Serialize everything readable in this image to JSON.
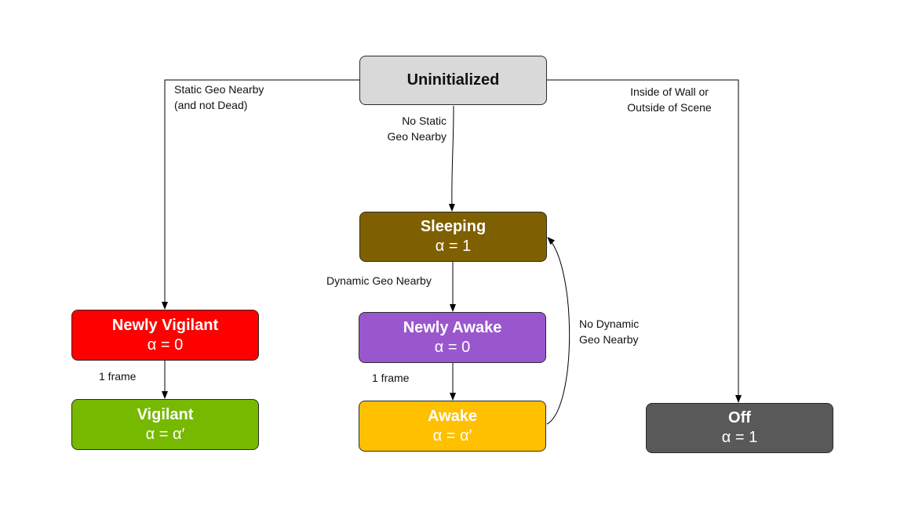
{
  "diagram": {
    "nodes": {
      "uninitialized": {
        "title": "Uninitialized",
        "fill": "#d9d9d9",
        "text_color": "#111111"
      },
      "sleeping": {
        "title": "Sleeping",
        "alpha": "α = 1",
        "fill": "#7f6000",
        "text_color": "#ffffff"
      },
      "newly_vigilant": {
        "title": "Newly Vigilant",
        "alpha": "α = 0",
        "fill": "#ff0000",
        "text_color": "#ffffff"
      },
      "newly_awake": {
        "title": "Newly Awake",
        "alpha": "α = 0",
        "fill": "#9a57cd",
        "text_color": "#ffffff"
      },
      "vigilant": {
        "title": "Vigilant",
        "alpha": "α = α′",
        "fill": "#76b900",
        "text_color": "#ffffff"
      },
      "awake": {
        "title": "Awake",
        "alpha": "α = α′",
        "fill": "#ffc000",
        "text_color": "#ffffff"
      },
      "off": {
        "title": "Off",
        "alpha": "α = 1",
        "fill": "#595959",
        "text_color": "#ffffff"
      }
    },
    "edges": {
      "static_geo": {
        "line1": "Static Geo Nearby",
        "line2": "(and not Dead)"
      },
      "no_static_geo": {
        "line1": "No Static",
        "line2": "Geo Nearby"
      },
      "inside_wall": {
        "line1": "Inside of Wall or",
        "line2": "Outside of Scene"
      },
      "dynamic_geo": {
        "line1": "Dynamic Geo Nearby"
      },
      "no_dynamic_geo": {
        "line1": "No Dynamic",
        "line2": "Geo Nearby"
      },
      "vigilant_frame": {
        "line1": "1 frame"
      },
      "awake_frame": {
        "line1": "1 frame"
      }
    },
    "colors": {
      "edge": "#000000",
      "border": "#2b2b2b"
    }
  }
}
